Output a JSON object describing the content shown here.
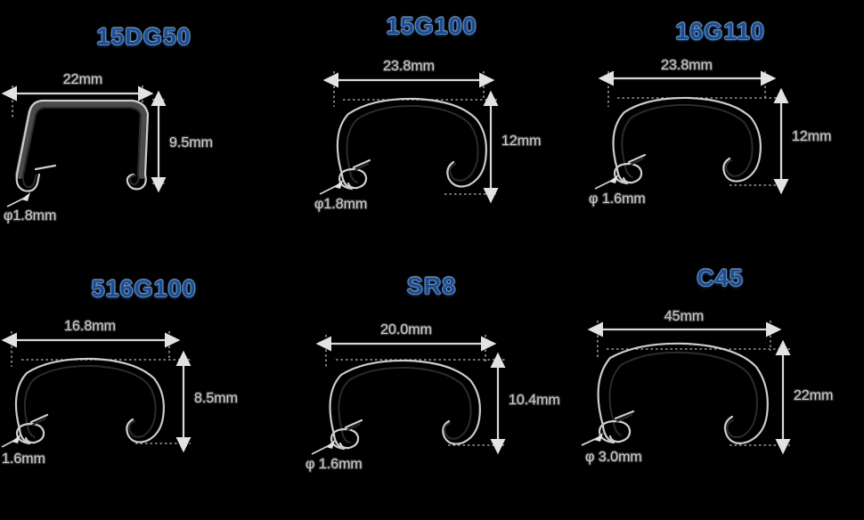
{
  "background_color": "#000000",
  "title_color": "#1d4c8f",
  "dimension_text_color": "#cfcfcf",
  "units": "mm",
  "items": [
    {
      "id": "15DG50",
      "title": "15DG50",
      "shape": "angular-staple",
      "width_label": "22mm",
      "height_label": "9.5mm",
      "wire_label": "φ1.8mm",
      "width_mm": 22,
      "height_mm": 9.5,
      "wire_diameter_mm": 1.8
    },
    {
      "id": "15G100",
      "title": "15G100",
      "shape": "c-ring",
      "width_label": "23.8mm",
      "height_label": "12mm",
      "wire_label": "φ1.8mm",
      "width_mm": 23.8,
      "height_mm": 12,
      "wire_diameter_mm": 1.8
    },
    {
      "id": "16G110",
      "title": "16G110",
      "shape": "c-ring",
      "width_label": "23.8mm",
      "height_label": "12mm",
      "wire_label": "φ 1.6mm",
      "width_mm": 23.8,
      "height_mm": 12,
      "wire_diameter_mm": 1.6
    },
    {
      "id": "516G100",
      "title": "516G100",
      "shape": "c-ring",
      "width_label": "16.8mm",
      "height_label": "8.5mm",
      "wire_label": "1.6mm",
      "width_mm": 16.8,
      "height_mm": 8.5,
      "wire_diameter_mm": 1.6
    },
    {
      "id": "SR8",
      "title": "SR8",
      "shape": "c-ring",
      "width_label": "20.0mm",
      "height_label": "10.4mm",
      "wire_label": "φ 1.6mm",
      "width_mm": 20.0,
      "height_mm": 10.4,
      "wire_diameter_mm": 1.6
    },
    {
      "id": "C45",
      "title": "C45",
      "shape": "c-ring",
      "width_label": "45mm",
      "height_label": "22mm",
      "wire_label": "φ 3.0mm",
      "width_mm": 45,
      "height_mm": 22,
      "wire_diameter_mm": 3.0
    }
  ]
}
